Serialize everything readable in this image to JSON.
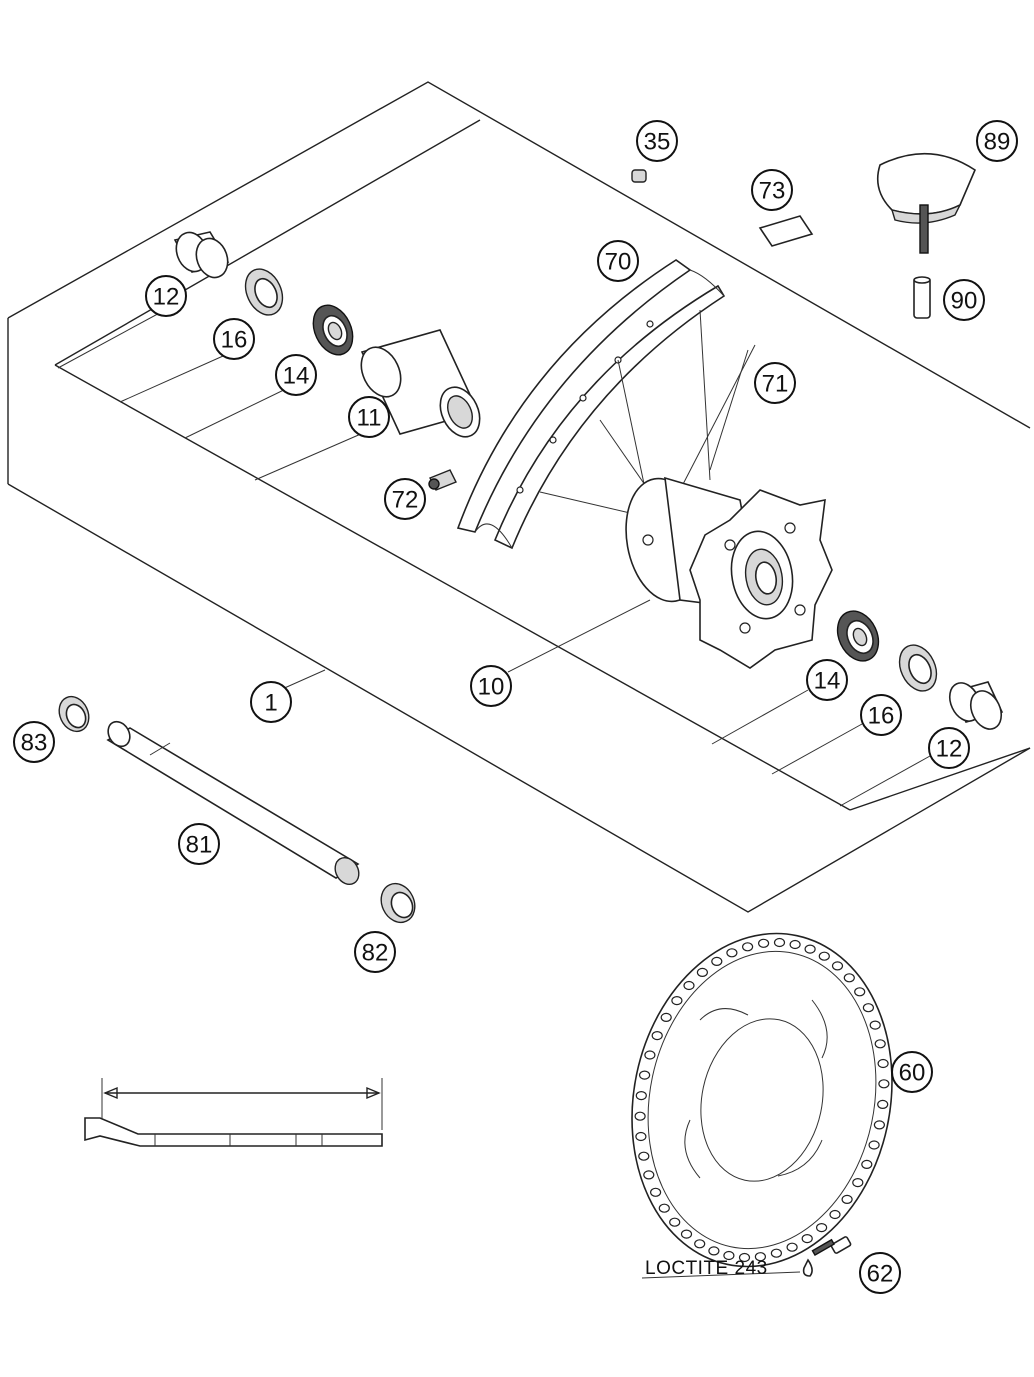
{
  "callouts": [
    {
      "id": "c35",
      "label": "35"
    },
    {
      "id": "c89",
      "label": "89"
    },
    {
      "id": "c73",
      "label": "73"
    },
    {
      "id": "c70",
      "label": "70"
    },
    {
      "id": "c90",
      "label": "90"
    },
    {
      "id": "c12a",
      "label": "12"
    },
    {
      "id": "c16a",
      "label": "16"
    },
    {
      "id": "c14a",
      "label": "14"
    },
    {
      "id": "c71",
      "label": "71"
    },
    {
      "id": "c11",
      "label": "11"
    },
    {
      "id": "c72",
      "label": "72"
    },
    {
      "id": "c10",
      "label": "10"
    },
    {
      "id": "c14b",
      "label": "14"
    },
    {
      "id": "c1",
      "label": "1"
    },
    {
      "id": "c16b",
      "label": "16"
    },
    {
      "id": "c83",
      "label": "83"
    },
    {
      "id": "c12b",
      "label": "12"
    },
    {
      "id": "c81",
      "label": "81"
    },
    {
      "id": "c82",
      "label": "82"
    },
    {
      "id": "c60",
      "label": "60"
    },
    {
      "id": "c62",
      "label": "62"
    }
  ],
  "notes": {
    "threadlocker": "LOCTITE 243"
  },
  "colors": {
    "line": "#222222",
    "background": "#ffffff",
    "part_shade": "#d8d8d8"
  }
}
